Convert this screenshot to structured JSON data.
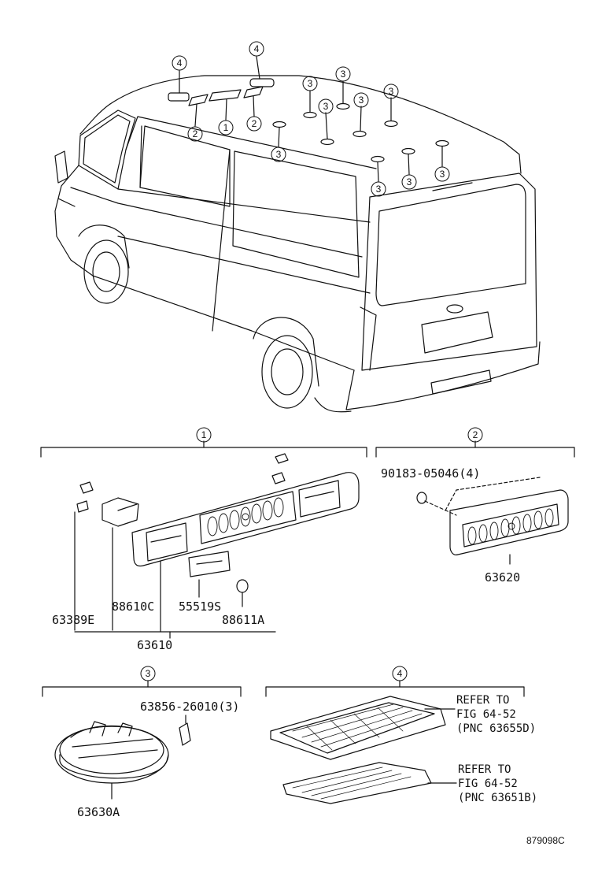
{
  "callouts": {
    "c1": "1",
    "c2": "2",
    "c3": "3",
    "c4": "4"
  },
  "group1": {
    "parts": [
      "88610C",
      "63389E",
      "55519S",
      "88611A"
    ],
    "assembly": "63610"
  },
  "group2": {
    "screw": "90183-05046(4)",
    "assembly": "63620"
  },
  "group3": {
    "clip": "63856-26010(3)",
    "assembly": "63630A"
  },
  "group4": {
    "ref_upper": [
      "REFER TO",
      "FIG 64-52",
      "(PNC 63655D)"
    ],
    "ref_lower": [
      "REFER TO",
      "FIG 64-52",
      "(PNC 63651B)"
    ]
  },
  "diagram_code": "879098C"
}
